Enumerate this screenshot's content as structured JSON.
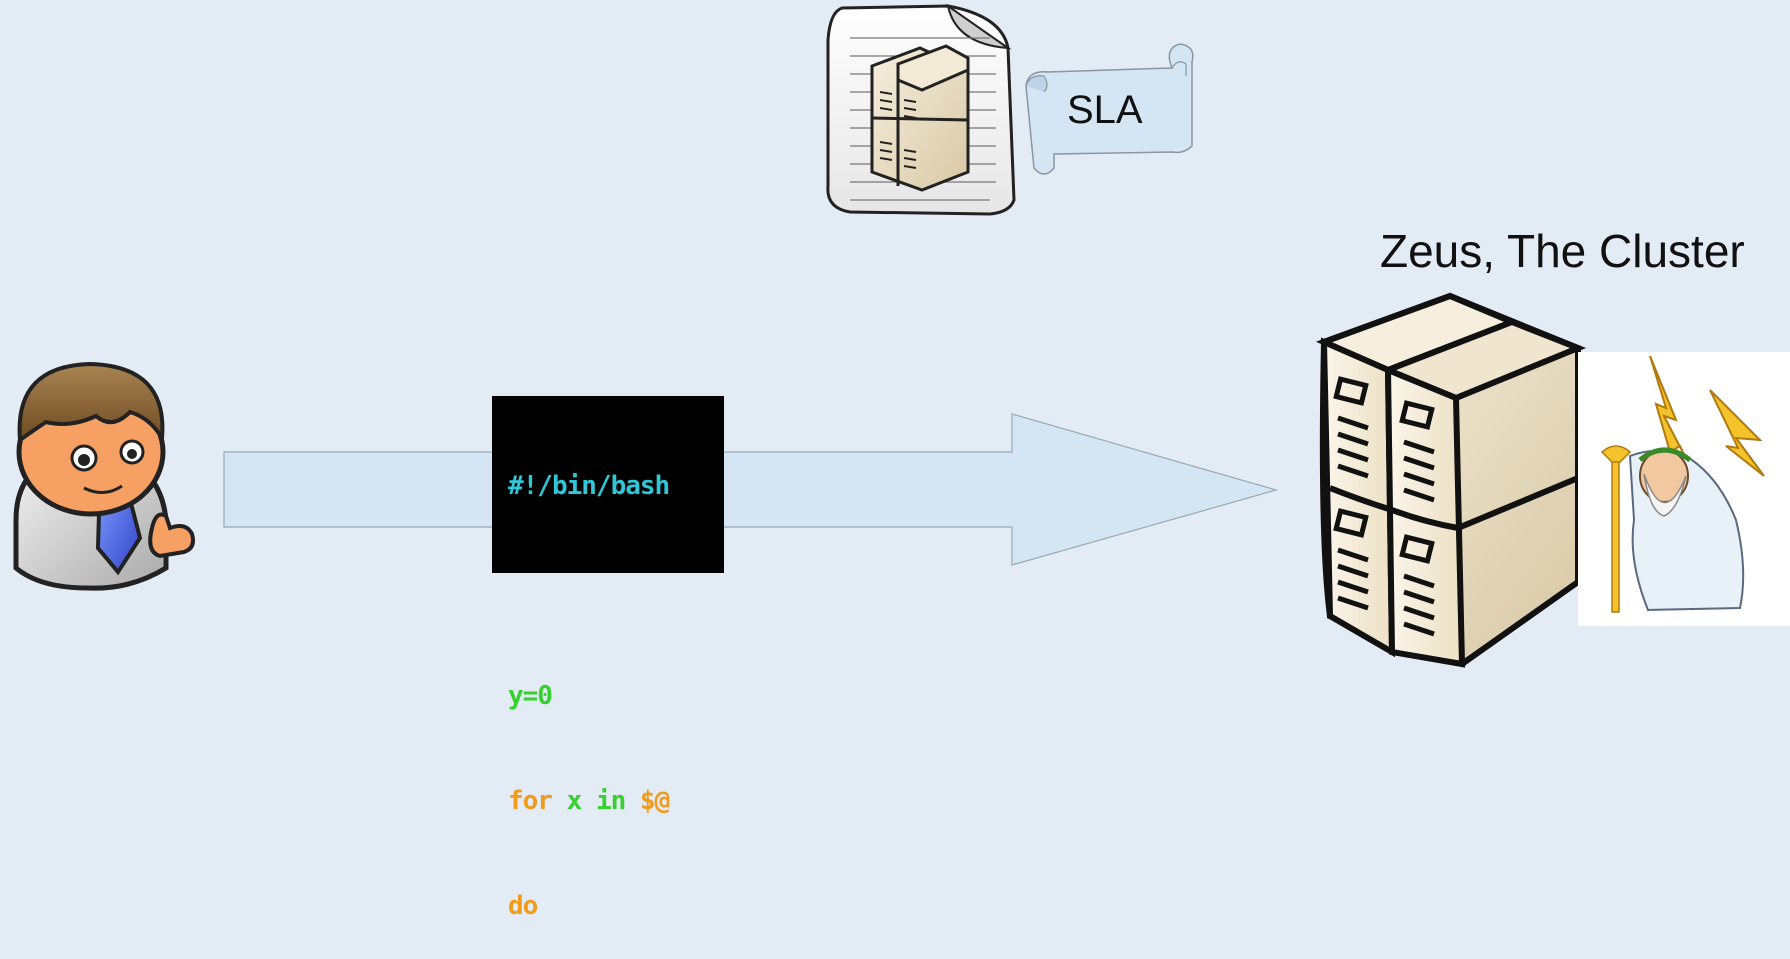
{
  "diagram": {
    "sla": {
      "label": "SLA"
    },
    "cluster": {
      "title": "Zeus, The Cluster"
    },
    "script": {
      "shebang": "#!/bin/bash",
      "blank": "",
      "assign": "y=0",
      "loop_for": "for",
      "loop_x": "x",
      "loop_in": "in",
      "loop_args": "$@",
      "loop_do": "do"
    },
    "icons": [
      "user-icon",
      "terminal-icon",
      "arrow-icon",
      "server-icon",
      "sla-scroll-icon",
      "document-icon",
      "zeus-icon"
    ],
    "colors": {
      "background": "#e3ebf4",
      "arrow_fill": "#d4e6f4",
      "server_body": "#f0e6d0",
      "terminal_bg": "#000000",
      "terminal_cyan": "#2fc6d6",
      "terminal_green": "#36d12f",
      "terminal_orange": "#f29a1a"
    }
  }
}
